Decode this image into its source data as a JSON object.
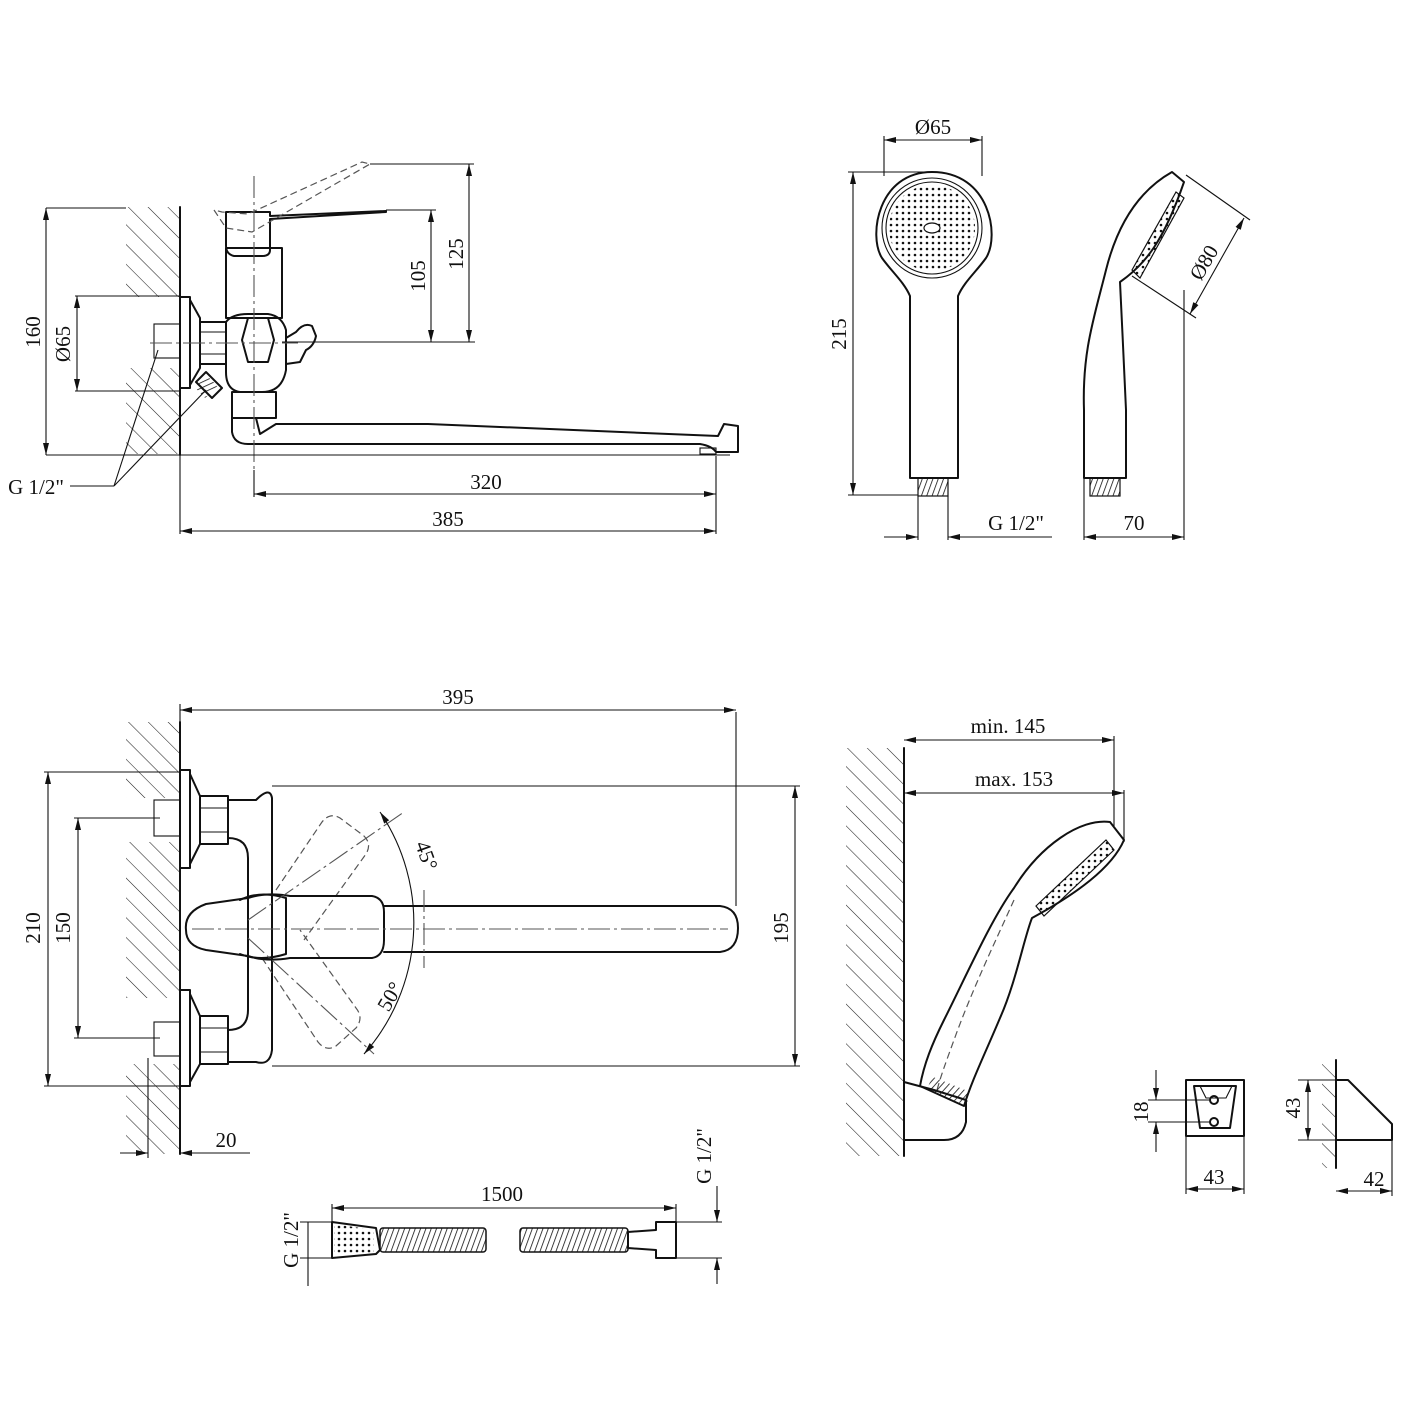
{
  "views": {
    "mixer_side": {
      "dims": {
        "h160": "160",
        "d65": "Ø65",
        "h105": "105",
        "h125": "125",
        "thread": "G 1/2\"",
        "w320": "320",
        "w385": "385"
      }
    },
    "handshower": {
      "dims": {
        "d65": "Ø65",
        "h215": "215",
        "d80": "Ø80",
        "thread": "G 1/2\"",
        "w70": "70"
      }
    },
    "mixer_top": {
      "dims": {
        "w395": "395",
        "h210": "210",
        "h150": "150",
        "h195": "195",
        "a45": "45°",
        "a50": "50°",
        "w20": "20"
      }
    },
    "holder_side": {
      "dims": {
        "min": "min. 145",
        "max": "max. 153"
      }
    },
    "holder_detail": {
      "dims": {
        "h18": "18",
        "w43a": "43",
        "h43": "43",
        "w42": "42"
      }
    },
    "hose": {
      "dims": {
        "length": "1500",
        "thread_left": "G 1/2\"",
        "thread_right": "G 1/2\""
      }
    }
  }
}
